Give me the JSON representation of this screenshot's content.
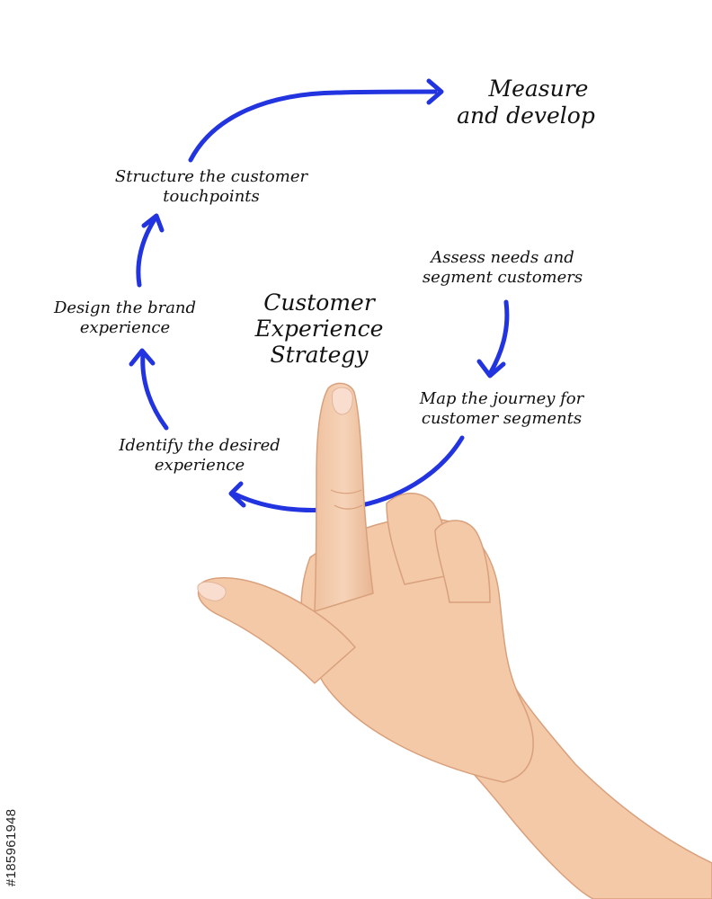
{
  "colors": {
    "arrow": "#2233e0",
    "text": "#111111",
    "skin": "#f3c9a8",
    "skin_shadow": "#d9a07c",
    "background": "#ffffff"
  },
  "diagram": {
    "center": {
      "line1": "Customer",
      "line2": "Experience",
      "line3": "Strategy"
    },
    "steps": [
      {
        "line1": "Assess needs and",
        "line2": "segment customers"
      },
      {
        "line1": "Map the journey for",
        "line2": "customer segments"
      },
      {
        "line1": "Identify the desired",
        "line2": "experience"
      },
      {
        "line1": "Design the brand",
        "line2": "experience"
      },
      {
        "line1": "Structure the customer",
        "line2": "touchpoints"
      }
    ],
    "final_step": {
      "line1": "Measure",
      "line2": "and develop"
    }
  },
  "image_id": "#185961948",
  "icons": {
    "hand": "pointing-hand-icon",
    "arrow": "curved-arrow-icon"
  }
}
